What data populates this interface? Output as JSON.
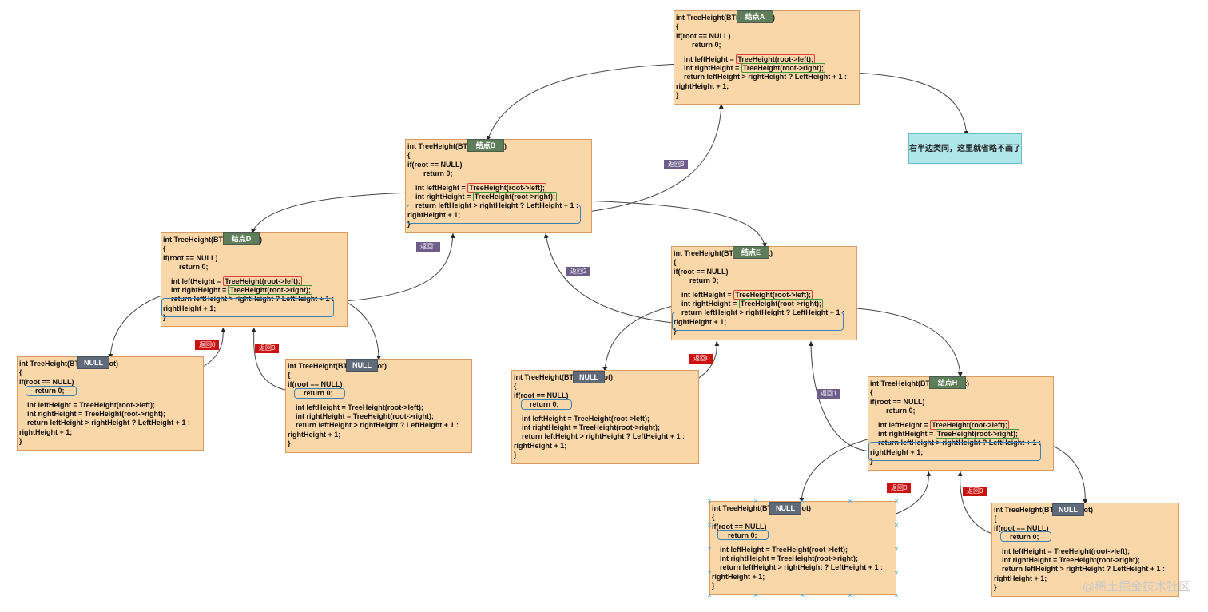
{
  "code": {
    "line1": "int TreeHeight(BTNode* root)",
    "open": "{",
    "if_line": "if(root == NULL)",
    "return0": "return 0;",
    "left_prefix": "int leftHeight = ",
    "left_call": "TreeHeight(root->left);",
    "right_prefix": "int rightHeight = ",
    "right_call": "TreeHeight(root->right);",
    "return_line": "return leftHeight > rightHeight ? LeftHeight + 1 :",
    "return_tail": "rightHeight + 1;",
    "close": "}"
  },
  "nodes": {
    "A": {
      "label": "结点A"
    },
    "B": {
      "label": "结点B"
    },
    "D": {
      "label": "结点D"
    },
    "E": {
      "label": "结点E"
    },
    "H": {
      "label": "结点H"
    }
  },
  "null_label": "NULL",
  "returns": {
    "r3": "返回3",
    "r2": "返回2",
    "r1a": "返回1",
    "r1b": "返回1",
    "r0a": "返回0",
    "r0b": "返回0",
    "r0c": "返回0",
    "r0d": "返回0",
    "r0e": "返回0"
  },
  "note": "右半边类同，这里就省略不画了",
  "watermark": "@稀土掘金技术社区",
  "colors": {
    "box_fill": "#fad7a9",
    "box_border": "#d79b63",
    "node_tag": "#5e7e5a",
    "null_tag": "#5f6b7a",
    "return_purple": "#6f5e8c",
    "return_red": "#cc1111",
    "note_fill": "#aee6ea",
    "outline_blue": "#3b82b6",
    "outline_red": "#e0403a",
    "outline_green": "#3d9a3d"
  }
}
